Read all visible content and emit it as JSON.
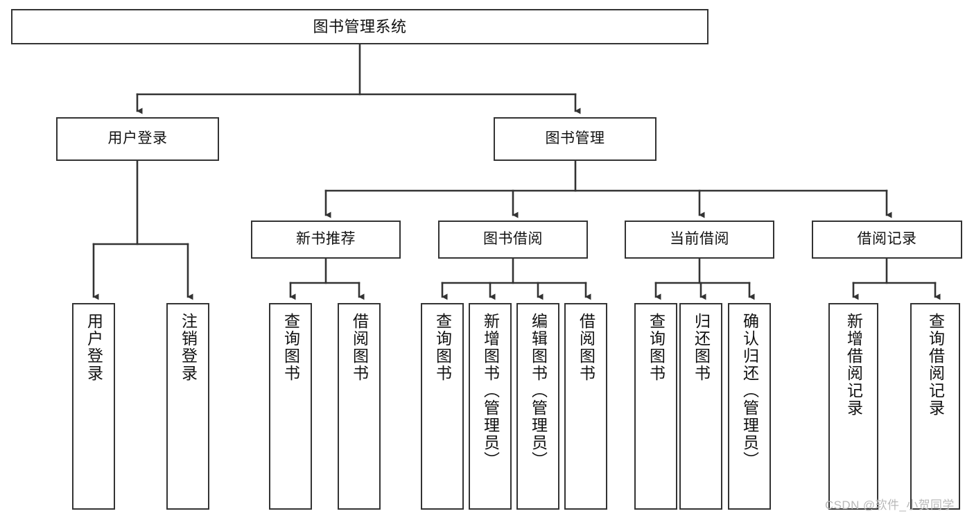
{
  "diagram": {
    "title": "图书管理系统",
    "type": "tree-hierarchy",
    "colors": {
      "box_border": "#333333",
      "box_fill": "#ffffff",
      "connector": "#333333",
      "text": "#111111",
      "watermark": "#b9b9b9",
      "background": "#ffffff"
    },
    "root": {
      "label": "图书管理系统"
    },
    "level2": [
      {
        "label": "用户登录"
      },
      {
        "label": "图书管理"
      }
    ],
    "level3": [
      {
        "label": "新书推荐"
      },
      {
        "label": "图书借阅"
      },
      {
        "label": "当前借阅"
      },
      {
        "label": "借阅记录"
      }
    ],
    "leaves": {
      "user_login": [
        {
          "label": "用户登录"
        },
        {
          "label": "注销登录"
        }
      ],
      "new_book_recommend": [
        {
          "label": "查询图书"
        },
        {
          "label": "借阅图书"
        }
      ],
      "book_borrow": [
        {
          "label": "查询图书"
        },
        {
          "label": "新增图书（管理员）"
        },
        {
          "label": "编辑图书（管理员）"
        },
        {
          "label": "借阅图书"
        }
      ],
      "current_borrow": [
        {
          "label": "查询图书"
        },
        {
          "label": "归还图书"
        },
        {
          "label": "确认归还（管理员）"
        }
      ],
      "borrow_record": [
        {
          "label": "新增借阅记录"
        },
        {
          "label": "查询借阅记录"
        }
      ]
    }
  },
  "watermark": {
    "text": "CSDN @软件_小贺同学"
  }
}
